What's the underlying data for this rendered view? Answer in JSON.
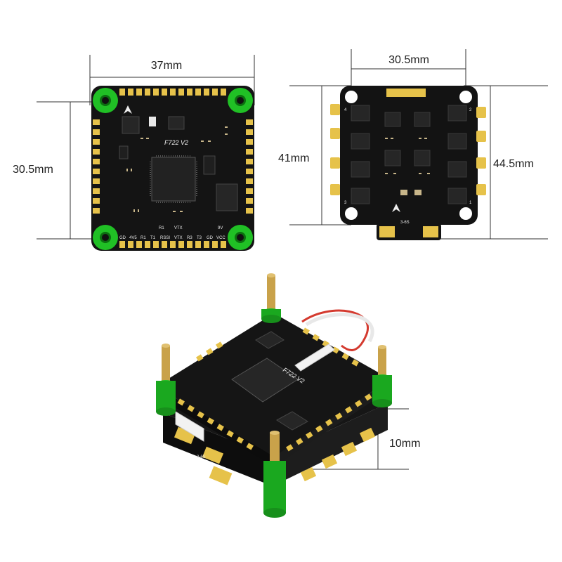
{
  "dimensions": {
    "fc_width": "37mm",
    "fc_mount": "30.5mm",
    "esc_mount": "30.5mm",
    "esc_inner_height": "41mm",
    "esc_outer_height": "44.5mm",
    "stack_height": "10mm"
  },
  "silkscreen": {
    "fc_model": "F722 V2",
    "esc_voltage": "3-6S",
    "pads_bottom": [
      "GD",
      "4V5",
      "R1",
      "T1",
      "RSSI",
      "VTX",
      "R3",
      "T3",
      "GD",
      "VCC"
    ],
    "pads_row": [
      "R1",
      "VTX",
      "9V"
    ],
    "esc_corners": [
      "4",
      "2",
      "3",
      "1"
    ],
    "stack_fc_model": "F722 V2",
    "stack_esc_voltage": "3-6S"
  },
  "colors": {
    "pcb": "#121212",
    "pad": "#e8c44a",
    "grommet": "#22c12a",
    "brass": "#c9a24a",
    "dimension_line": "#333333"
  }
}
